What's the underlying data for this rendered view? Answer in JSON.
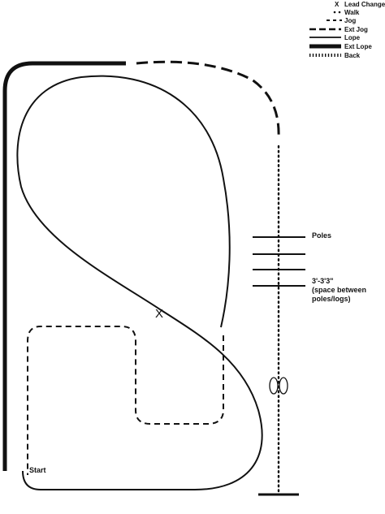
{
  "legend": {
    "items": [
      {
        "symbol": "X",
        "label": "Lead Change"
      },
      {
        "symbol": "walk",
        "label": "Walk"
      },
      {
        "symbol": "jog",
        "label": "Jog"
      },
      {
        "symbol": "ext-jog",
        "label": "Ext Jog"
      },
      {
        "symbol": "lope",
        "label": "Lope"
      },
      {
        "symbol": "ext-lope",
        "label": "Ext Lope"
      },
      {
        "symbol": "back",
        "label": "Back"
      }
    ]
  },
  "pattern": {
    "lead_change_marker": "X",
    "poles_label": "Poles",
    "spacing_line1": "3'-3'3\"",
    "spacing_line2": "(space between",
    "spacing_line3": "poles/logs)",
    "start_label": "Start",
    "turn_symbol": "8"
  },
  "colors": {
    "ink": "#111111",
    "background": "#ffffff"
  }
}
